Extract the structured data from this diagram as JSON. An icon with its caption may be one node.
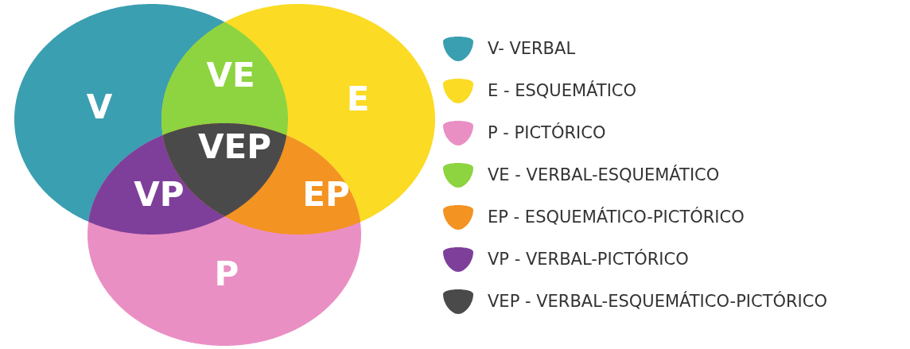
{
  "diagram": {
    "nodes": [
      {
        "text": [
          "V"
        ]
      },
      {
        "text": [
          "VE"
        ]
      },
      {
        "text": [
          "E"
        ]
      },
      {
        "text": [
          "VEP"
        ]
      },
      {
        "text": [
          "VP"
        ]
      },
      {
        "text": [
          "EP"
        ]
      },
      {
        "text": [
          "P"
        ]
      }
    ],
    "legend": [
      {
        "text": "V- VERBAL",
        "color": "#3a9fb0"
      },
      {
        "text": "E - ESQUEMÁTICO",
        "color": "#fbdb24"
      },
      {
        "text": "P - PICTÓRICO",
        "color": "#ea8fc4"
      },
      {
        "text": "VE - VERBAL-ESQUEMÁTICO",
        "color": "#8dd440"
      },
      {
        "text": "EP - ESQUEMÁTICO-PICTÓRICO",
        "color": "#f39321"
      },
      {
        "text": "VP - VERBAL-PICTÓRICO",
        "color": "#7e3f9a"
      },
      {
        "text": "VEP - VERBAL-ESQUEMÁTICO-PICTÓRICO",
        "color": "#4a4a4a"
      }
    ]
  }
}
